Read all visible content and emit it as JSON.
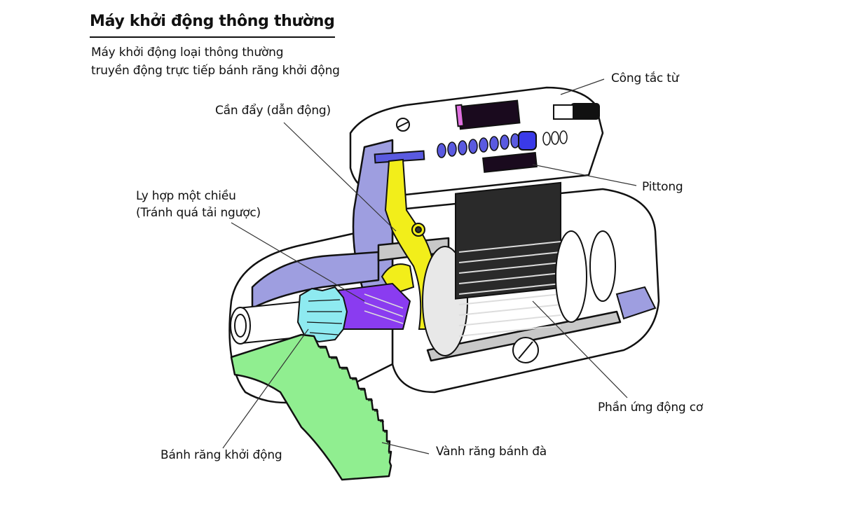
{
  "title": "Máy khởi động thông thường",
  "subtitle": {
    "line1": "Máy khởi động loại thông thường",
    "line2": "truyền động trực tiếp bánh răng khởi động"
  },
  "labels": {
    "magnetic_switch": "Công tắc từ",
    "drive_lever": "Cần đẩy (dẫn động)",
    "one_way_clutch_line1": "Ly hợp một chiều",
    "one_way_clutch_line2": "(Tránh quá tải ngược)",
    "plunger": "Pittong",
    "armature": "Phần ứng động cơ",
    "pinion_gear": "Bánh răng khởi động",
    "ring_gear": "Vành răng bánh đà"
  },
  "colors": {
    "housing_fill": "#9e9ee0",
    "lever_yellow": "#f2ee1a",
    "pinion_cyan": "#8eeaf0",
    "clutch_purple": "#8a3cf0",
    "ring_gear_green": "#90ee90",
    "plunger_blue": "#3a3ae8",
    "coil_dark": "#1a0a1e",
    "coil_pink": "#e070e0",
    "metal_gray": "#c8c8c8"
  }
}
